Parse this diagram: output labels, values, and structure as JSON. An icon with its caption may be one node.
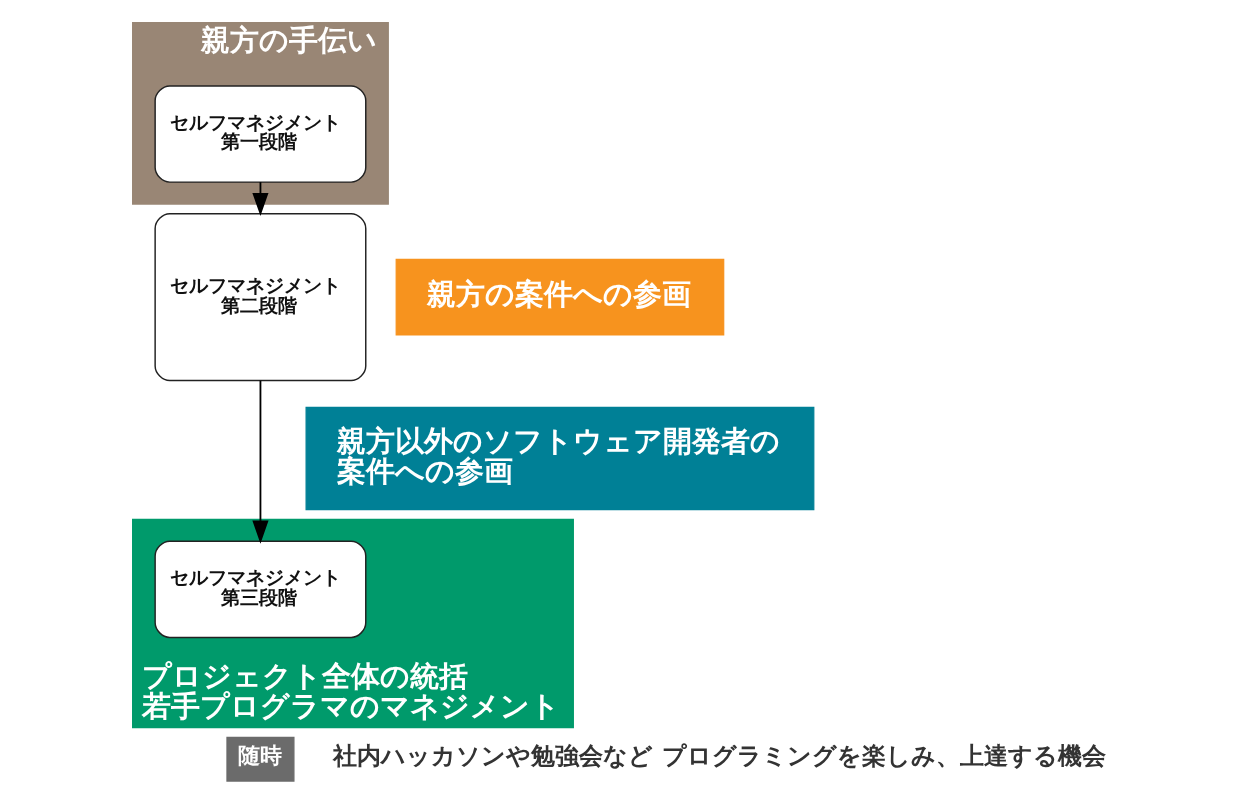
{
  "diagram": {
    "nodes": [
      {
        "text": [
          "親方の手伝い"
        ]
      },
      {
        "text": [
          "セルフマネジメント第一段階"
        ],
        "in": 0
      },
      {
        "text": [
          "親方の案件への参画"
        ]
      },
      {
        "text": [
          "セルフマネジメント第二段階"
        ]
      },
      {
        "text": [
          "親方以外のソフトウェア開発者の案件への参画"
        ]
      },
      {
        "text": [
          "プロジェクト全体の統括",
          "若手プログラマのマネジメント"
        ]
      },
      {
        "text": [
          "セルフマネジメント第三段階"
        ],
        "in": 5
      },
      {
        "text": [
          "随時"
        ],
        "beside": [
          "社内ハッカソンや勉強会など プログラミングを楽しみ、上達する機会"
        ]
      }
    ],
    "edges": [
      {
        "from": 1,
        "to": 3,
        "arrow": "to"
      },
      {
        "from": 3,
        "to": 6,
        "arrow": "to"
      }
    ]
  }
}
